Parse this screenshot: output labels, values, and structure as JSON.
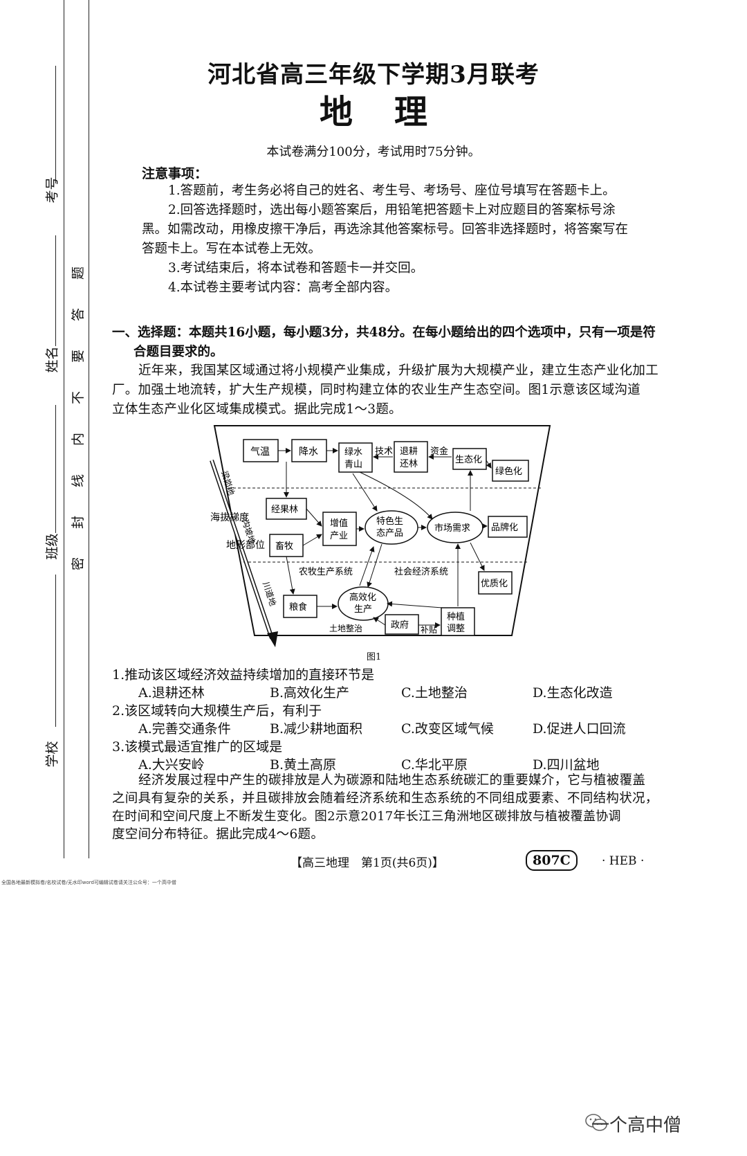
{
  "margin": {
    "kaohao": "考号",
    "xingming": "姓名",
    "banji": "班级",
    "xuexiao": "学校",
    "seal_chars": [
      "题",
      "答",
      "要",
      "不",
      "内",
      "线",
      "封",
      "密"
    ]
  },
  "header": {
    "title": "河北省高三年级下学期3月联考",
    "subject": "地理",
    "score_note": "本试卷满分100分，考试用时75分钟。"
  },
  "notice": {
    "heading": "注意事项：",
    "item1": "1.答题前，考生务必将自己的姓名、考生号、考场号、座位号填写在答题卡上。",
    "item2_line1": "2.回答选择题时，选出每小题答案后，用铅笔把答题卡上对应题目的答案标号涂",
    "item2_line2": "黑。如需改动，用橡皮擦干净后，再选涂其他答案标号。回答非选择题时，将答案写在",
    "item2_line3": "答题卡上。写在本试卷上无效。",
    "item3": "3.考试结束后，将本试卷和答题卡一并交回。",
    "item4": "4.本试卷主要考试内容：高考全部内容。"
  },
  "section1": {
    "line1": "一、选择题：本题共16小题，每小题3分，共48分。在每小题给出的四个选项中，只有一项是符",
    "line2": "合题目要求的。"
  },
  "passage1": {
    "line1": "近年来，我国某区域通过将小规模产业集成，升级扩展为大规模产业，建立生态产业化加工",
    "line2": "厂。加强土地流转，扩大生产规模，同时构建立体的农业生产生态空间。图1示意该区域沟道",
    "line3": "立体生态产业化区域集成模式。据此完成1～3题。"
  },
  "figure1": {
    "caption": "图1",
    "nodes": {
      "qiwen": "气温",
      "jiangshui": "降水",
      "lvshui1": "绿水",
      "lvshui2": "青山",
      "jishu": "技术",
      "tuigeng1": "退耕",
      "tuigeng2": "还林",
      "zijin": "资金",
      "shengtaihua": "生态化",
      "lvsehua": "绿色化",
      "jingguolin": "经果林",
      "zengzhi1": "增值",
      "zengzhi2": "产业",
      "tese1": "特色生",
      "tese2": "态产品",
      "shichang": "市场需求",
      "pinpaihua": "品牌化",
      "xumu": "畜牧",
      "nongmu": "农牧生产系统",
      "shehui": "社会经济系统",
      "youzhihua": "优质化",
      "liangshi": "粮食",
      "gaoxiao1": "高效化",
      "gaoxiao2": "生产",
      "zhengfu": "政府",
      "zhongzhi1": "种植",
      "zhongzhi2": "调整",
      "tudi": "土地整治",
      "butie": "补贴",
      "haiba": "海拔梯度",
      "dixing": "地形部位",
      "liangmaodi": "梁峁地",
      "pogoudi": "沟坡地",
      "chuandaodi": "川道地"
    }
  },
  "questions": [
    {
      "stem": "1.推动该区域经济效益持续增加的直接环节是",
      "a": "A.退耕还林",
      "b": "B.高效化生产",
      "c": "C.土地整治",
      "d": "D.生态化改造"
    },
    {
      "stem": "2.该区域转向大规模生产后，有利于",
      "a": "A.完善交通条件",
      "b": "B.减少耕地面积",
      "c": "C.改变区域气候",
      "d": "D.促进人口回流"
    },
    {
      "stem": "3.该模式最适宜推广的区域是",
      "a": "A.大兴安岭",
      "b": "B.黄土高原",
      "c": "C.华北平原",
      "d": "D.四川盆地"
    }
  ],
  "passage2": {
    "line1": "经济发展过程中产生的碳排放是人为碳源和陆地生态系统碳汇的重要媒介，它与植被覆盖",
    "line2": "之间具有复杂的关系，并且碳排放会随着经济系统和生态系统的不同组成要素、不同结构状况，",
    "line3": "在时间和空间尺度上不断发生变化。图2示意2017年长江三角洲地区碳排放与植被覆盖协调",
    "line4": "度空间分布特征。据此完成4～6题。"
  },
  "footer": {
    "page_label": "【高三地理　第1页(共6页)】",
    "code": "807C",
    "tag": "· HEB ·"
  },
  "tiny_note": "全国各地最新模拟卷/名校试卷/无水印word可编辑试卷请关注公众号：一个高中僧",
  "watermark": "一个高中僧"
}
